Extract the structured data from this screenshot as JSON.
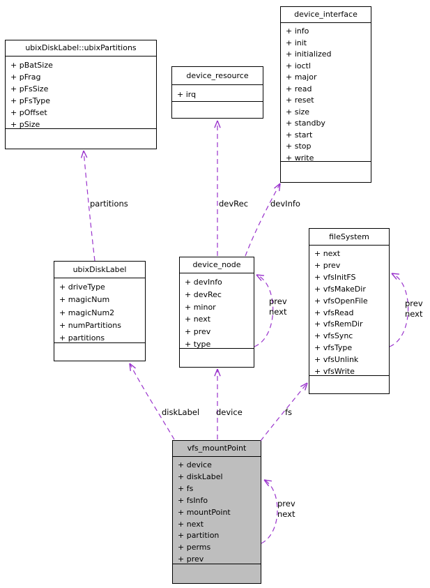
{
  "diagram": {
    "type": "uml-collaboration-diagram",
    "classes": [
      {
        "id": "ubixPartitions",
        "name": "ubixDiskLabel::ubixPartitions",
        "attributes": [
          "+ pBatSize",
          "+ pFrag",
          "+ pFsSize",
          "+ pFsType",
          "+ pOffset",
          "+ pSize"
        ],
        "highlighted": false
      },
      {
        "id": "device_resource",
        "name": "device_resource",
        "attributes": [
          "+ irq"
        ],
        "highlighted": false
      },
      {
        "id": "device_interface",
        "name": "device_interface",
        "attributes": [
          "+ info",
          "+ init",
          "+ initialized",
          "+ ioctl",
          "+ major",
          "+ read",
          "+ reset",
          "+ size",
          "+ standby",
          "+ start",
          "+ stop",
          "+ write"
        ],
        "highlighted": false
      },
      {
        "id": "ubixDiskLabel",
        "name": "ubixDiskLabel",
        "attributes": [
          "+ driveType",
          "+ magicNum",
          "+ magicNum2",
          "+ numPartitions",
          "+ partitions"
        ],
        "highlighted": false
      },
      {
        "id": "device_node",
        "name": "device_node",
        "attributes": [
          "+ devInfo",
          "+ devRec",
          "+ minor",
          "+ next",
          "+ prev",
          "+ type"
        ],
        "highlighted": false
      },
      {
        "id": "fileSystem",
        "name": "fileSystem",
        "attributes": [
          "+ next",
          "+ prev",
          "+ vfsInitFS",
          "+ vfsMakeDir",
          "+ vfsOpenFile",
          "+ vfsRead",
          "+ vfsRemDir",
          "+ vfsSync",
          "+ vfsType",
          "+ vfsUnlink",
          "+ vfsWrite"
        ],
        "highlighted": false
      },
      {
        "id": "vfs_mountPoint",
        "name": "vfs_mountPoint",
        "attributes": [
          "+ device",
          "+ diskLabel",
          "+ fs",
          "+ fsInfo",
          "+ mountPoint",
          "+ next",
          "+ partition",
          "+ perms",
          "+ prev"
        ],
        "highlighted": true
      }
    ],
    "edges": [
      {
        "id": "partitions",
        "from": "ubixDiskLabel",
        "to": "ubixPartitions",
        "label": "partitions"
      },
      {
        "id": "devRec",
        "from": "device_node",
        "to": "device_resource",
        "label": "devRec"
      },
      {
        "id": "devInfo",
        "from": "device_node",
        "to": "device_interface",
        "label": "devInfo"
      },
      {
        "id": "diskLabel",
        "from": "vfs_mountPoint",
        "to": "ubixDiskLabel",
        "label": "diskLabel"
      },
      {
        "id": "device",
        "from": "vfs_mountPoint",
        "to": "device_node",
        "label": "device"
      },
      {
        "id": "fs",
        "from": "vfs_mountPoint",
        "to": "fileSystem",
        "label": "fs"
      },
      {
        "id": "device_node_loop",
        "from": "device_node",
        "to": "device_node",
        "label": "prev\nnext"
      },
      {
        "id": "fileSystem_loop",
        "from": "fileSystem",
        "to": "fileSystem",
        "label": "prev\nnext"
      },
      {
        "id": "vfs_mountPoint_loop",
        "from": "vfs_mountPoint",
        "to": "vfs_mountPoint",
        "label": "prev\nnext"
      }
    ],
    "colors": {
      "edge": "#9932cc",
      "highlight_fill": "#bebebe",
      "box_fill": "#ffffff",
      "border": "#000000",
      "text": "#000000",
      "background": "#ffffff"
    }
  }
}
